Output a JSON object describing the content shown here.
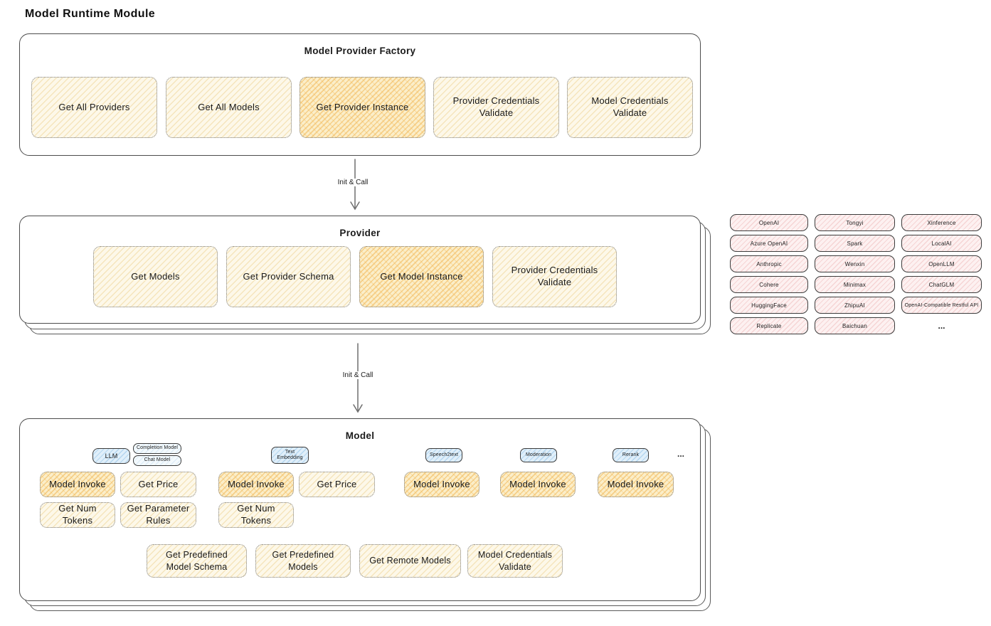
{
  "page": {
    "title": "Model Runtime Module"
  },
  "colors": {
    "button_yellow": "#fdf8e9",
    "button_highlight_orange": "#fbeec9",
    "provider_chip_pink": "#fdf1f1",
    "tab_blue": "#e0effa",
    "box_border": "#4c4c4c"
  },
  "factory": {
    "title": "Model Provider Factory",
    "buttons": [
      {
        "label": "Get All Providers",
        "highlighted": false
      },
      {
        "label": "Get All Models",
        "highlighted": false
      },
      {
        "label": "Get Provider Instance",
        "highlighted": true
      },
      {
        "label": "Provider Credentials Validate",
        "highlighted": false
      },
      {
        "label": "Model Credentials Validate",
        "highlighted": false
      }
    ]
  },
  "arrow1": {
    "label": "Init & Call"
  },
  "arrow2": {
    "label": "Init & Call"
  },
  "provider": {
    "title": "Provider",
    "buttons": [
      {
        "label": "Get Models",
        "highlighted": false
      },
      {
        "label": "Get Provider Schema",
        "highlighted": false
      },
      {
        "label": "Get Model Instance",
        "highlighted": true
      },
      {
        "label": "Provider Credentials Validate",
        "highlighted": false
      }
    ]
  },
  "provider_list": {
    "items": [
      "OpenAI",
      "Tongyi",
      "Xinference",
      "Azure OpenAI",
      "Spark",
      "LocalAI",
      "Anthropic",
      "Wenxin",
      "OpenLLM",
      "Cohere",
      "Minimax",
      "ChatGLM",
      "HuggingFace",
      "ZhipuAI",
      "OpenAI-Compatible Restful API",
      "Replicate",
      "Baichuan"
    ],
    "more": "..."
  },
  "model": {
    "title": "Model",
    "tabs": {
      "llm": "LLM",
      "completion": "Completion Model",
      "chat": "Chat Model",
      "text_embedding": "Text Embedding",
      "speech2text": "Speech2text",
      "moderation": "Moderation",
      "rerank": "Rerank",
      "more": "..."
    },
    "llm_buttons": [
      {
        "label": "Model Invoke",
        "highlighted": true
      },
      {
        "label": "Get Price",
        "highlighted": false
      },
      {
        "label": "Get Num Tokens",
        "highlighted": false
      },
      {
        "label": "Get Parameter Rules",
        "highlighted": false
      }
    ],
    "embedding_buttons": [
      {
        "label": "Model Invoke",
        "highlighted": true
      },
      {
        "label": "Get Price",
        "highlighted": false
      },
      {
        "label": "Get Num Tokens",
        "highlighted": false
      }
    ],
    "speech2text_buttons": [
      {
        "label": "Model Invoke",
        "highlighted": true
      }
    ],
    "moderation_buttons": [
      {
        "label": "Model Invoke",
        "highlighted": true
      }
    ],
    "rerank_buttons": [
      {
        "label": "Model Invoke",
        "highlighted": true
      }
    ],
    "bottom_buttons": [
      {
        "label": "Get Predefined Model Schema"
      },
      {
        "label": "Get Predefined Models"
      },
      {
        "label": "Get Remote Models"
      },
      {
        "label": "Model Credentials Validate"
      }
    ]
  }
}
